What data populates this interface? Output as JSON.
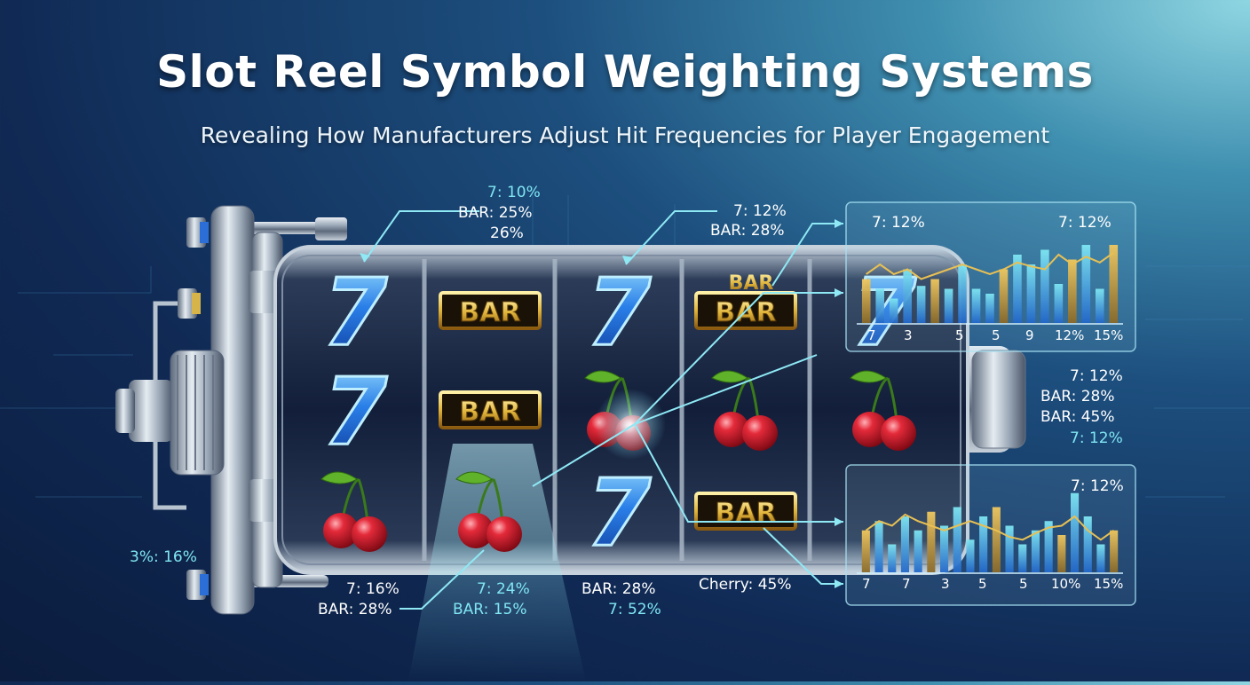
{
  "title": "Slot Reel Symbol Weighting Systems",
  "subtitle": "Revealing How Manufacturers Adjust Hit Frequencies for Player Engagement",
  "colors": {
    "seven_blue": "#2a7fe8",
    "bar_gold": "#e0b43a",
    "cherry_red": "#d0182a",
    "glow_cyan": "#7fe6f2",
    "bar_chart_blue": "#3fb2e6"
  },
  "reel_symbols": [
    [
      "seven",
      "seven",
      "cherry"
    ],
    [
      "bar",
      "bar",
      "cherry"
    ],
    [
      "seven",
      "cherry",
      "seven"
    ],
    [
      "bar",
      "cherry",
      "bar"
    ],
    [
      "seven",
      "cherry",
      ""
    ]
  ],
  "bar_symbol_text": "BAR",
  "callouts": {
    "reel1_top": [
      "7: 10%",
      "BAR: 25%",
      "26%"
    ],
    "reel3_top": [
      "7: 12%",
      "BAR: 28%"
    ],
    "reel1_bottom": [
      "7: 16%",
      "BAR: 28%"
    ],
    "reel2_bottom": [
      "7: 24%",
      "BAR: 15%"
    ],
    "reel3_bottom": [
      "BAR: 28%",
      "7: 52%"
    ],
    "reel4_bottom": "Cherry: 45%",
    "left_side": "3%: 16%",
    "right_side": [
      "7: 12%",
      "BAR: 28%",
      "BAR: 45%",
      "7: 12%"
    ]
  },
  "chart_data": [
    {
      "type": "bar",
      "annotations": [
        "7: 12%",
        "7: 12%"
      ],
      "x_ticks": [
        "7",
        "3",
        "5",
        "5",
        "9",
        "12%",
        "15%"
      ],
      "series": [
        {
          "values": [
            0.45,
            0.35,
            0.25,
            0.55,
            0.38,
            0.45,
            0.35,
            0.6,
            0.35,
            0.3,
            0.55,
            0.7,
            0.6,
            0.75,
            0.4,
            0.65,
            0.8,
            0.35,
            0.8
          ]
        },
        {
          "values": [
            0.5,
            0.6,
            0.5,
            0.55,
            0.45,
            0.5,
            0.55,
            0.6,
            0.55,
            0.5,
            0.55,
            0.62,
            0.58,
            0.55,
            0.7,
            0.6,
            0.68,
            0.62,
            0.72
          ]
        }
      ]
    },
    {
      "type": "bar",
      "annotations": [
        "7: 12%"
      ],
      "x_ticks": [
        "7",
        "7",
        "3",
        "5",
        "5",
        "10%",
        "15%"
      ],
      "series": [
        {
          "values": [
            0.45,
            0.55,
            0.3,
            0.6,
            0.45,
            0.65,
            0.5,
            0.7,
            0.35,
            0.6,
            0.7,
            0.5,
            0.3,
            0.45,
            0.55,
            0.4,
            0.85,
            0.6,
            0.3,
            0.45
          ]
        },
        {
          "values": [
            0.45,
            0.55,
            0.5,
            0.62,
            0.55,
            0.5,
            0.45,
            0.5,
            0.55,
            0.5,
            0.45,
            0.38,
            0.35,
            0.42,
            0.48,
            0.5,
            0.6,
            0.45,
            0.35,
            0.45
          ]
        }
      ]
    }
  ]
}
